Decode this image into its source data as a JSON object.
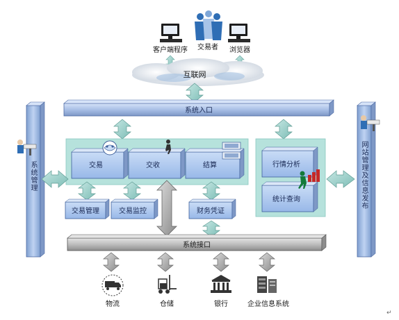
{
  "top": {
    "client_label": "客户端程序",
    "traders_label": "交易者",
    "browser_label": "浏览器",
    "internet_label": "互联网"
  },
  "bars": {
    "system_entry": "系统入口",
    "system_interface": "系统接口"
  },
  "side": {
    "left_label": "系统管理",
    "right_label": "网站管理及信息发布"
  },
  "core_modules": {
    "trade": "交易",
    "delivery": "交收",
    "settlement": "结算",
    "trade_management": "交易管理",
    "trade_monitoring": "交易监控",
    "financial_voucher": "财务凭证"
  },
  "analysis_modules": {
    "market_analysis": "行情分析",
    "stat_query": "统计查询"
  },
  "bottom": {
    "logistics": "物流",
    "warehousing": "仓储",
    "bank": "银行",
    "enterprise_info": "企业信息系统"
  },
  "colors": {
    "module_fill": "#aeccf2",
    "panel_fill": "#b6e2dc",
    "bar_fill": "#a9bfe6",
    "interface_bar_fill": "#c3c3c3",
    "arrow_teal": "#a5d7d2",
    "arrow_gray": "#b8b8b8"
  }
}
